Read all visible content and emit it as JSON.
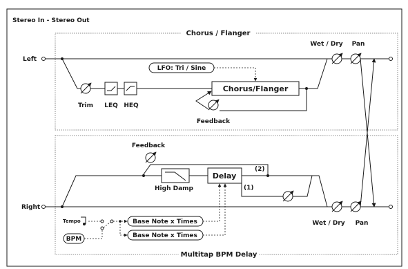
{
  "title": "Stereo In - Stereo Out",
  "sections": {
    "chorus": "Chorus / Flanger",
    "delay": "Multitap BPM Delay"
  },
  "io": {
    "left": "Left",
    "right": "Right"
  },
  "chorus": {
    "trim": "Trim",
    "leq": "LEQ",
    "heq": "HEQ",
    "lfo": "LFO: Tri / Sine",
    "block": "Chorus/Flanger",
    "feedback": "Feedback",
    "wet_dry": "Wet / Dry",
    "pan": "Pan"
  },
  "delay": {
    "feedback": "Feedback",
    "high_damp": "High Damp",
    "block": "Delay",
    "tap2": "(2)",
    "tap1": "(1)",
    "wet_dry": "Wet / Dry",
    "pan": "Pan",
    "tempo": "Tempo",
    "bpm": "BPM",
    "base_note_1": "Base Note x Times",
    "base_note_2": "Base Note x Times"
  }
}
